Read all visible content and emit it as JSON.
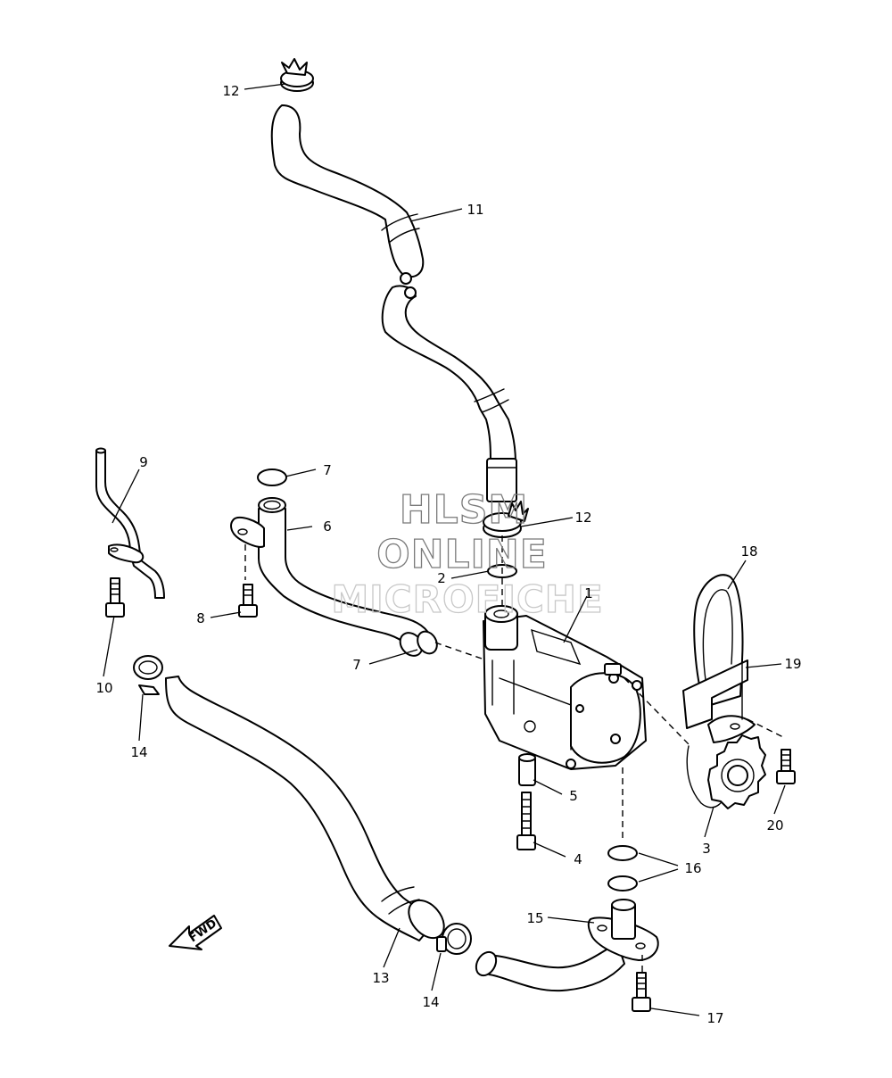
{
  "watermark": {
    "line1": "HLSM",
    "line2": "ONLINE",
    "line3": "MICROFICHE"
  },
  "direction_marker": "FWD",
  "callouts": [
    {
      "id": "c1",
      "label": "1"
    },
    {
      "id": "c2",
      "label": "2"
    },
    {
      "id": "c3",
      "label": "3"
    },
    {
      "id": "c4",
      "label": "4"
    },
    {
      "id": "c5",
      "label": "5"
    },
    {
      "id": "c6",
      "label": "6"
    },
    {
      "id": "c7a",
      "label": "7"
    },
    {
      "id": "c7b",
      "label": "7"
    },
    {
      "id": "c8",
      "label": "8"
    },
    {
      "id": "c9",
      "label": "9"
    },
    {
      "id": "c10",
      "label": "10"
    },
    {
      "id": "c11",
      "label": "11"
    },
    {
      "id": "c12a",
      "label": "12"
    },
    {
      "id": "c12b",
      "label": "12"
    },
    {
      "id": "c13",
      "label": "13"
    },
    {
      "id": "c14a",
      "label": "14"
    },
    {
      "id": "c14b",
      "label": "14"
    },
    {
      "id": "c15",
      "label": "15"
    },
    {
      "id": "c16",
      "label": "16"
    },
    {
      "id": "c17",
      "label": "17"
    },
    {
      "id": "c18",
      "label": "18"
    },
    {
      "id": "c19",
      "label": "19"
    },
    {
      "id": "c20",
      "label": "20"
    }
  ]
}
